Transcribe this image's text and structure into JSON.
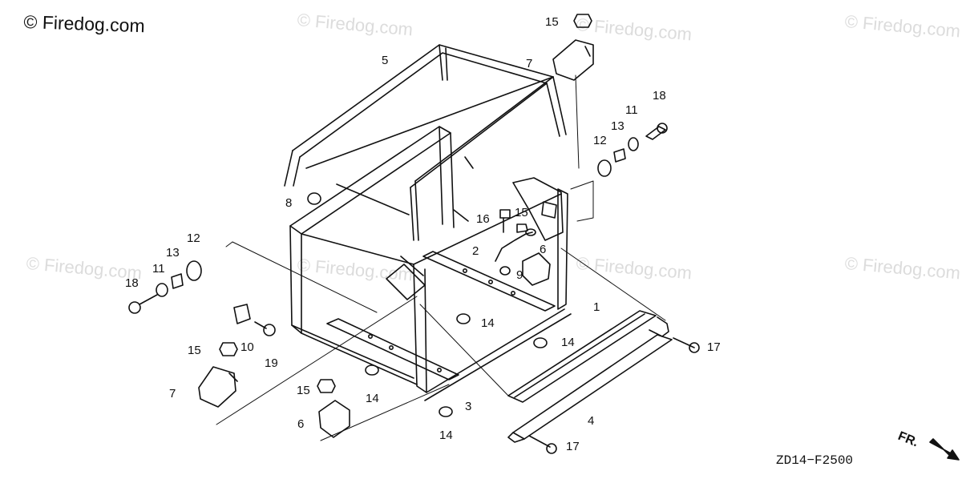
{
  "copyright": "© Firedog.com",
  "watermark": "© Firedog.com",
  "drawing_id": "ZD14−F2500",
  "direction_label": "FR.",
  "callouts": {
    "c1": "1",
    "c2": "2",
    "c3": "3",
    "c4": "4",
    "c5": "5",
    "c6a": "6",
    "c6b": "6",
    "c7a": "7",
    "c7b": "7",
    "c8": "8",
    "c9": "9",
    "c10": "10",
    "c11a": "11",
    "c11b": "11",
    "c12a": "12",
    "c12b": "12",
    "c13a": "13",
    "c13b": "13",
    "c14a": "14",
    "c14b": "14",
    "c14c": "14",
    "c14d": "14",
    "c15a": "15",
    "c15b": "15",
    "c15c": "15",
    "c15d": "15",
    "c16": "16",
    "c17a": "17",
    "c17b": "17",
    "c18a": "18",
    "c18b": "18",
    "c19": "19"
  }
}
